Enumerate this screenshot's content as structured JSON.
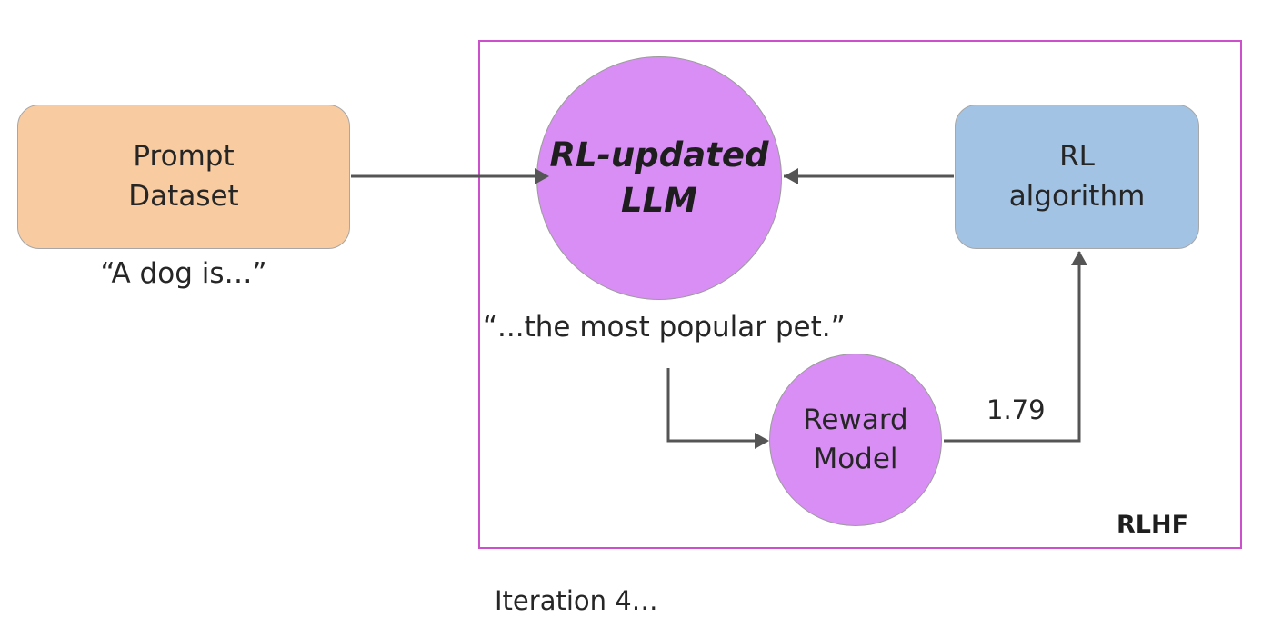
{
  "nodes": {
    "prompt_dataset": "Prompt\nDataset",
    "rl_updated_llm": "RL-updated\nLLM",
    "rl_algorithm": "RL\nalgorithm",
    "reward_model": "Reward\nModel"
  },
  "labels": {
    "prompt_example": "“A dog is…”",
    "llm_output": "“...the most popular pet.”",
    "reward_value": "1.79",
    "rlhf": "RLHF",
    "iteration": "Iteration 4…"
  },
  "colors": {
    "prompt_fill": "#f8cca0",
    "rl_algorithm_fill": "#a3c3e4",
    "circle_fill": "#d88ef4",
    "frame_border": "#cc4fcc",
    "arrow": "#555555"
  }
}
